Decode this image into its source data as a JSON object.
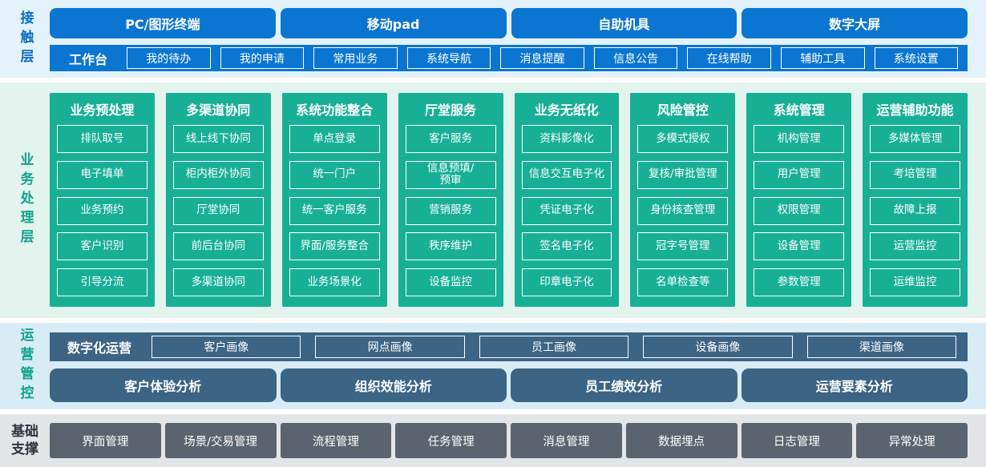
{
  "colors": {
    "primary_blue": "#0b76d1",
    "teal_green": "#17b096",
    "slate_blue": "#3b6485",
    "gray": "#5a646e",
    "contact_band_bg": "#e3f2fb",
    "business_band_bg": "#e2f4ed",
    "ops_band_bg": "#d8ecf6",
    "foundation_band_bg": "#e4e5e7",
    "contact_label_color": "#0d6fc4",
    "teal_label_color": "#13a28d",
    "foundation_label_color": "#2f353c"
  },
  "layers": {
    "contact": {
      "label": "接触层",
      "devices": [
        "PC/图形终端",
        "移动pad",
        "自助机具",
        "数字大屏"
      ],
      "workbench": {
        "label": "工作台",
        "items": [
          "我的待办",
          "我的申请",
          "常用业务",
          "系统导航",
          "消息提醒",
          "信息公告",
          "在线帮助",
          "辅助工具",
          "系统设置"
        ]
      }
    },
    "business": {
      "label": "业务处理层",
      "columns": [
        {
          "title": "业务预处理",
          "items": [
            "排队取号",
            "电子填单",
            "业务预约",
            "客户识别",
            "引导分流"
          ]
        },
        {
          "title": "多渠道协同",
          "items": [
            "线上线下协同",
            "柜内柜外协同",
            "厅堂协同",
            "前后台协同",
            "多渠道协同"
          ]
        },
        {
          "title": "系统功能整合",
          "items": [
            "单点登录",
            "统一门户",
            "统一客户服务",
            "界面/服务整合",
            "业务场景化"
          ]
        },
        {
          "title": "厅堂服务",
          "items": [
            "客户服务",
            "信息预填/\n预审",
            "营销服务",
            "秩序维护",
            "设备监控"
          ]
        },
        {
          "title": "业务无纸化",
          "items": [
            "资料影像化",
            "信息交互电子化",
            "凭证电子化",
            "签名电子化",
            "印章电子化"
          ]
        },
        {
          "title": "风险管控",
          "items": [
            "多模式授权",
            "复核/审批管理",
            "身份核查管理",
            "冠字号管理",
            "名单检查等"
          ]
        },
        {
          "title": "系统管理",
          "items": [
            "机构管理",
            "用户管理",
            "权限管理",
            "设备管理",
            "参数管理"
          ]
        },
        {
          "title": "运营辅助功能",
          "items": [
            "多媒体管理",
            "考培管理",
            "故障上报",
            "运营监控",
            "运维监控"
          ]
        }
      ]
    },
    "operations": {
      "label": "运营管控",
      "digital": {
        "label": "数字化运营",
        "items": [
          "客户画像",
          "网点画像",
          "员工画像",
          "设备画像",
          "渠道画像"
        ]
      },
      "analysis": [
        "客户体验分析",
        "组织效能分析",
        "员工绩效分析",
        "运营要素分析"
      ]
    },
    "foundation": {
      "label": "基础\n支撑",
      "items": [
        "界面管理",
        "场景/交易管理",
        "流程管理",
        "任务管理",
        "消息管理",
        "数据埋点",
        "日志管理",
        "异常处理"
      ]
    }
  }
}
